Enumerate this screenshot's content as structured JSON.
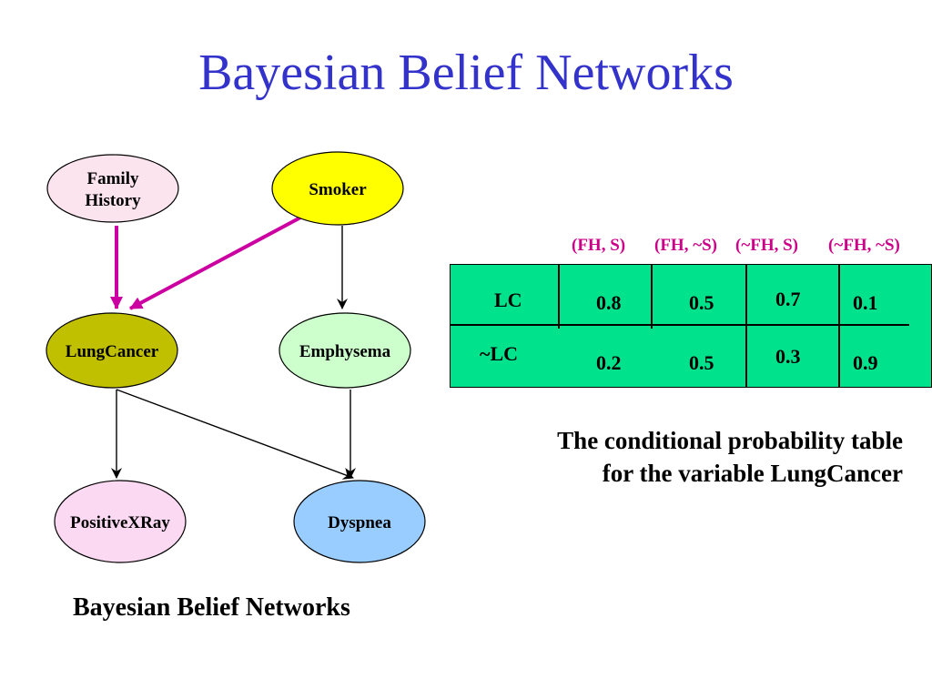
{
  "title": "Bayesian Belief Networks",
  "colors": {
    "title": "#3333cc",
    "strong_edge": "#cc00a0",
    "edge": "#000000",
    "cpt_header": "#cc0088",
    "cpt_fill": "#00e28c"
  },
  "network": {
    "nodes": [
      {
        "id": "family-history",
        "lines": [
          "Family",
          "History"
        ],
        "fill": "#fbe4ee"
      },
      {
        "id": "smoker",
        "lines": [
          "Smoker"
        ],
        "fill": "#ffff00"
      },
      {
        "id": "lung-cancer",
        "lines": [
          "LungCancer"
        ],
        "fill": "#c0c000"
      },
      {
        "id": "emphysema",
        "lines": [
          "Emphysema"
        ],
        "fill": "#ccffcc"
      },
      {
        "id": "positive-xray",
        "lines": [
          "PositiveXRay"
        ],
        "fill": "#fbd9f2"
      },
      {
        "id": "dyspnea",
        "lines": [
          "Dyspnea"
        ],
        "fill": "#99ccff"
      }
    ],
    "edges": [
      {
        "from": "family-history",
        "to": "lung-cancer",
        "emphasis": true
      },
      {
        "from": "smoker",
        "to": "lung-cancer",
        "emphasis": true
      },
      {
        "from": "smoker",
        "to": "emphysema",
        "emphasis": false
      },
      {
        "from": "lung-cancer",
        "to": "positive-xray",
        "emphasis": false
      },
      {
        "from": "lung-cancer",
        "to": "dyspnea",
        "emphasis": false
      },
      {
        "from": "emphysema",
        "to": "dyspnea",
        "emphasis": false
      }
    ]
  },
  "cpt": {
    "column_headers": [
      "(FH, S)",
      "(FH, ~S)",
      "(~FH, S)",
      "(~FH, ~S)"
    ],
    "row_labels": [
      "LC",
      "~LC"
    ],
    "values": [
      [
        "0.8",
        "0.5",
        "0.7",
        "0.1"
      ],
      [
        "0.2",
        "0.5",
        "0.3",
        "0.9"
      ]
    ]
  },
  "caption": {
    "line1": "The conditional probability table",
    "line2": "for the variable LungCancer"
  },
  "bottom_label": "Bayesian Belief Networks"
}
